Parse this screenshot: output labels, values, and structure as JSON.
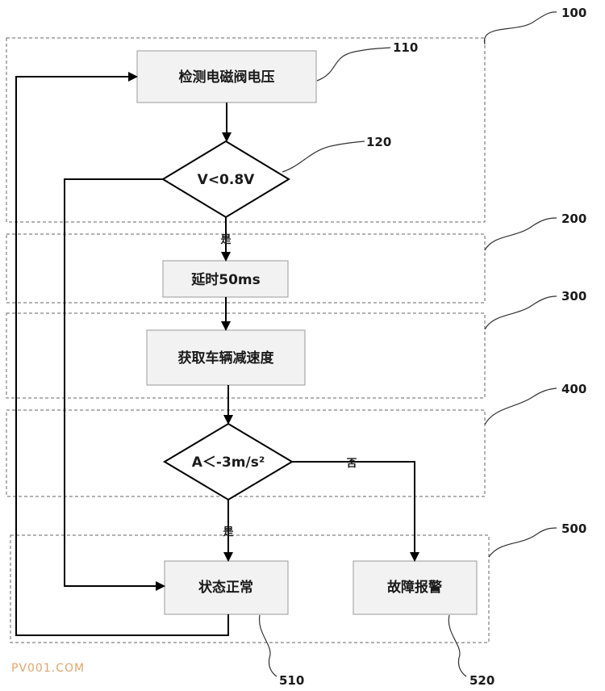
{
  "diagram": {
    "nodes": {
      "detect_voltage": "检测电磁阀电压",
      "voltage_check": "V<0.8V",
      "delay": "延时50ms",
      "get_decel": "获取车辆减速度",
      "accel_check": "A＜-3m/s²",
      "normal": "状态正常",
      "fault": "故障报警"
    },
    "edge_labels": {
      "yes_1": "是",
      "yes_2": "是",
      "no_1": "否"
    },
    "refs": {
      "r100": "100",
      "r110": "110",
      "r120": "120",
      "r200": "200",
      "r300": "300",
      "r400": "400",
      "r500": "500",
      "r510": "510",
      "r520": "520"
    }
  },
  "watermark": "PV001.COM"
}
